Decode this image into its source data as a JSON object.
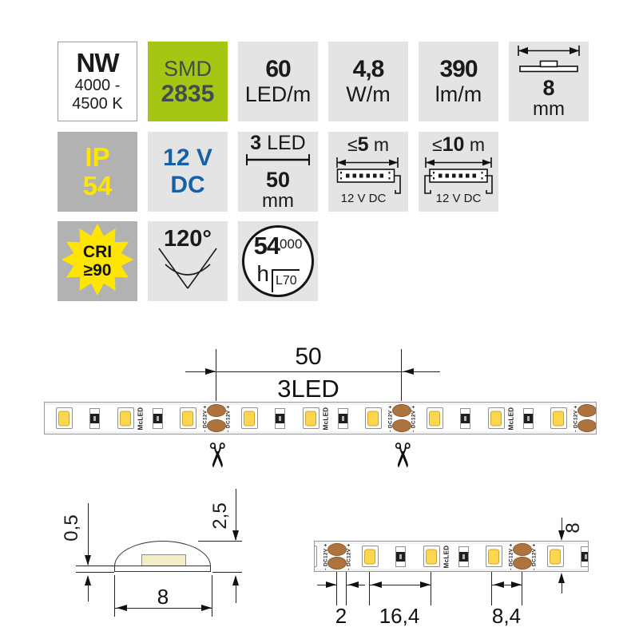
{
  "tiles": {
    "color_temp": {
      "code": "NW",
      "range_line1": "4000 -",
      "range_line2": "4500 K"
    },
    "chip": {
      "prefix": "SMD",
      "value": "2835"
    },
    "density": {
      "value": "60",
      "unit": "LED/m"
    },
    "power": {
      "value": "4,8",
      "unit": "W/m"
    },
    "flux": {
      "value": "390",
      "unit": "lm/m"
    },
    "width": {
      "value": "8",
      "unit": "mm"
    },
    "ip": {
      "prefix": "IP",
      "value": "54"
    },
    "voltage": {
      "value": "12 V",
      "type": "DC"
    },
    "cut": {
      "count": "3",
      "led_word": " LED",
      "length": "50",
      "unit": "mm"
    },
    "run5": {
      "limit_prefix": "≤",
      "limit_value": "5",
      "limit_unit": " m",
      "supply": "12 V DC"
    },
    "run10": {
      "limit_prefix": "≤",
      "limit_value": "10",
      "limit_unit": " m",
      "supply": "12 V DC"
    },
    "cri": {
      "label": "CRI",
      "value": "≥90"
    },
    "beam": {
      "value": "120°"
    },
    "lifetime": {
      "value_big": "54",
      "value_small": "000",
      "unit": "h",
      "marker": "L70"
    }
  },
  "pitch_diagram": {
    "length_label": "50",
    "led_count_label": "3LED"
  },
  "strip": {
    "brand": "McLED",
    "polarity_label": "- DC12V +"
  },
  "cross_section": {
    "pcb_thickness": "0,5",
    "total_height": "2,5",
    "width": "8"
  },
  "top_view": {
    "pad_gap": "2",
    "led_pitch": "16,4",
    "pad_led_gap": "8,4",
    "width": "8"
  },
  "icons": [
    "width-arrow-icon",
    "strip-supply-icon",
    "cri-star-icon",
    "beam-angle-icon",
    "lifetime-circle-icon",
    "scissors-icon",
    "ruler-icon"
  ],
  "colors": {
    "tile_light_gray": "#e4e4e4",
    "tile_dark_gray": "#b2b2b2",
    "brand_green": "#a6c614",
    "accent_yellow": "#ffe500",
    "accent_blue": "#1660a9",
    "pad_copper": "#ad7440",
    "led_yellow": "#fcd64f",
    "led_block_pale": "#f3edc5"
  }
}
